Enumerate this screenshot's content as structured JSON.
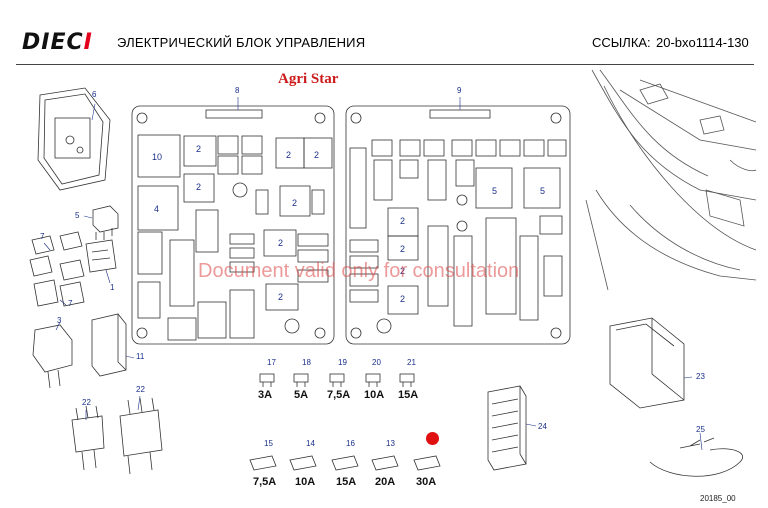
{
  "header": {
    "logo_main": "DIEC",
    "logo_accent": "I",
    "title": "ЭЛЕКТРИЧЕСКИЙ БЛОК УПРАВЛЕНИЯ",
    "ref_label": "ССЫЛКА:",
    "ref_code": "20-bxo1114-130"
  },
  "subtitle": "Agri Star",
  "watermark": "Document valid only for consultation",
  "footer_code": "20185_00",
  "callouts": [
    "1",
    "2",
    "3",
    "4",
    "5",
    "6",
    "7",
    "8",
    "9",
    "10",
    "11",
    "13",
    "14",
    "15",
    "16",
    "17",
    "18",
    "19",
    "20",
    "21",
    "22",
    "23",
    "24",
    "25"
  ],
  "board_left_cells": [
    "10",
    "2",
    "2",
    "2",
    "2",
    "4",
    "2",
    "2",
    "2"
  ],
  "board_right_cells": [
    "5",
    "5",
    "2",
    "2",
    "2",
    "2"
  ],
  "fuses_row1": [
    {
      "ref": "17",
      "rating": "3A"
    },
    {
      "ref": "18",
      "rating": "5A"
    },
    {
      "ref": "19",
      "rating": "7,5A"
    },
    {
      "ref": "20",
      "rating": "10A"
    },
    {
      "ref": "21",
      "rating": "15A"
    }
  ],
  "fuses_row2": [
    {
      "ref": "15",
      "rating": "7,5A"
    },
    {
      "ref": "14",
      "rating": "10A"
    },
    {
      "ref": "16",
      "rating": "15A"
    },
    {
      "ref": "13",
      "rating": "20A"
    },
    {
      "ref": "",
      "rating": "30A"
    }
  ],
  "colors": {
    "accent_red": "#e2001a",
    "callout_blue": "#1a2f8a",
    "subtitle_red": "#cc1b1b"
  }
}
